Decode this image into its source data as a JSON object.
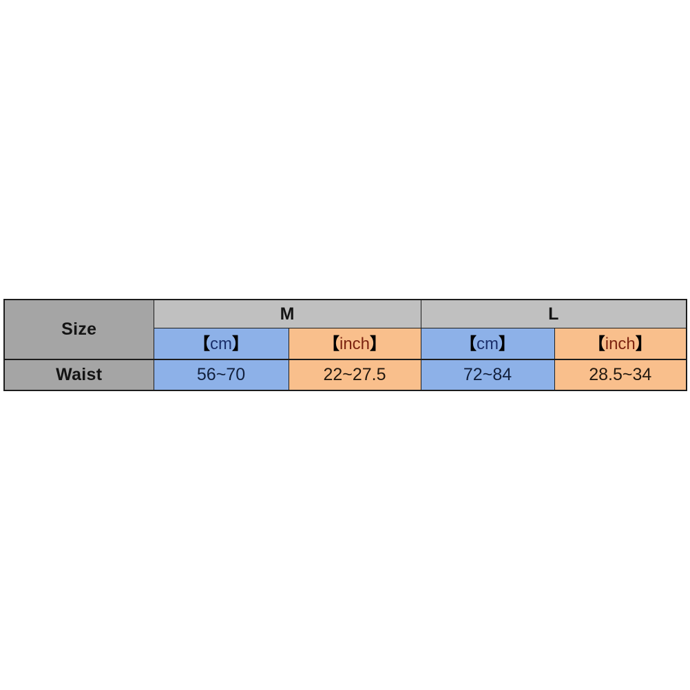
{
  "document": {
    "kind": "size-chart",
    "background_color": "#ffffff"
  },
  "colors": {
    "label_gray": "#a5a5a5",
    "header_gray": "#c0c0c0",
    "cm_blue": "#8db1e8",
    "inch_orange": "#f9bf8c",
    "border": "#1c1c1c",
    "cm_text": "#1b2f6b",
    "inch_text": "#7c2410"
  },
  "table": {
    "row_label_header": "Size",
    "row_label_measure": "Waist",
    "sizes": [
      {
        "name": "M",
        "units": [
          {
            "label": "【cm】",
            "unit": "cm",
            "value": "56~70"
          },
          {
            "label": "【inch】",
            "unit": "inch",
            "value": "22~27.5"
          }
        ]
      },
      {
        "name": "L",
        "units": [
          {
            "label": "【cm】",
            "unit": "cm",
            "value": "72~84"
          },
          {
            "label": "【inch】",
            "unit": "inch",
            "value": "28.5~34"
          }
        ]
      }
    ]
  },
  "unit_brackets": {
    "open": "【",
    "close": "】",
    "cm_word": "cm",
    "inch_word": "inch"
  }
}
